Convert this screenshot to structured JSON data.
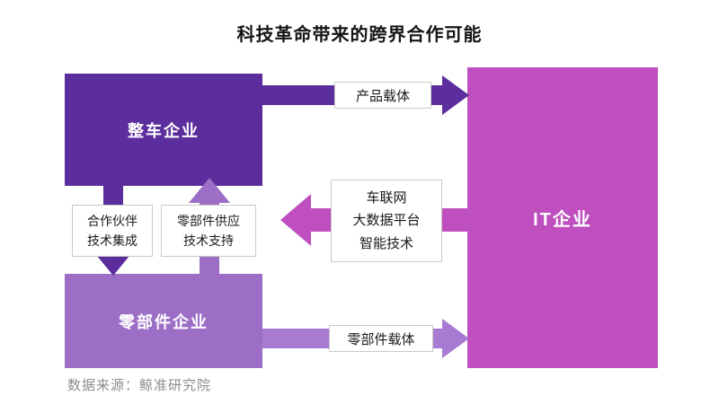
{
  "title": "科技革命带来的跨界合作可能",
  "colors": {
    "dark_purple": "#5B2D9D",
    "light_purple": "#9C6EC6",
    "soft_purple": "#A77BD2",
    "magenta": "#BF4FBF",
    "label_border": "#C9C9C9",
    "source_text": "#8C8C8C"
  },
  "nodes": {
    "oem": {
      "label": "整车企业"
    },
    "parts": {
      "label": "零部件企业"
    },
    "it": {
      "label": "IT企业"
    }
  },
  "edges": {
    "product_carrier": {
      "label": "产品载体"
    },
    "it_capabilities": {
      "lines": [
        "车联网",
        "大数据平台",
        "智能技术"
      ]
    },
    "parts_carrier": {
      "label": "零部件载体"
    },
    "oem_to_parts": {
      "lines": [
        "合作伙伴",
        "技术集成"
      ]
    },
    "parts_to_oem": {
      "lines": [
        "零部件供应",
        "技术支持"
      ]
    }
  },
  "source": "数据来源：鲸准研究院"
}
